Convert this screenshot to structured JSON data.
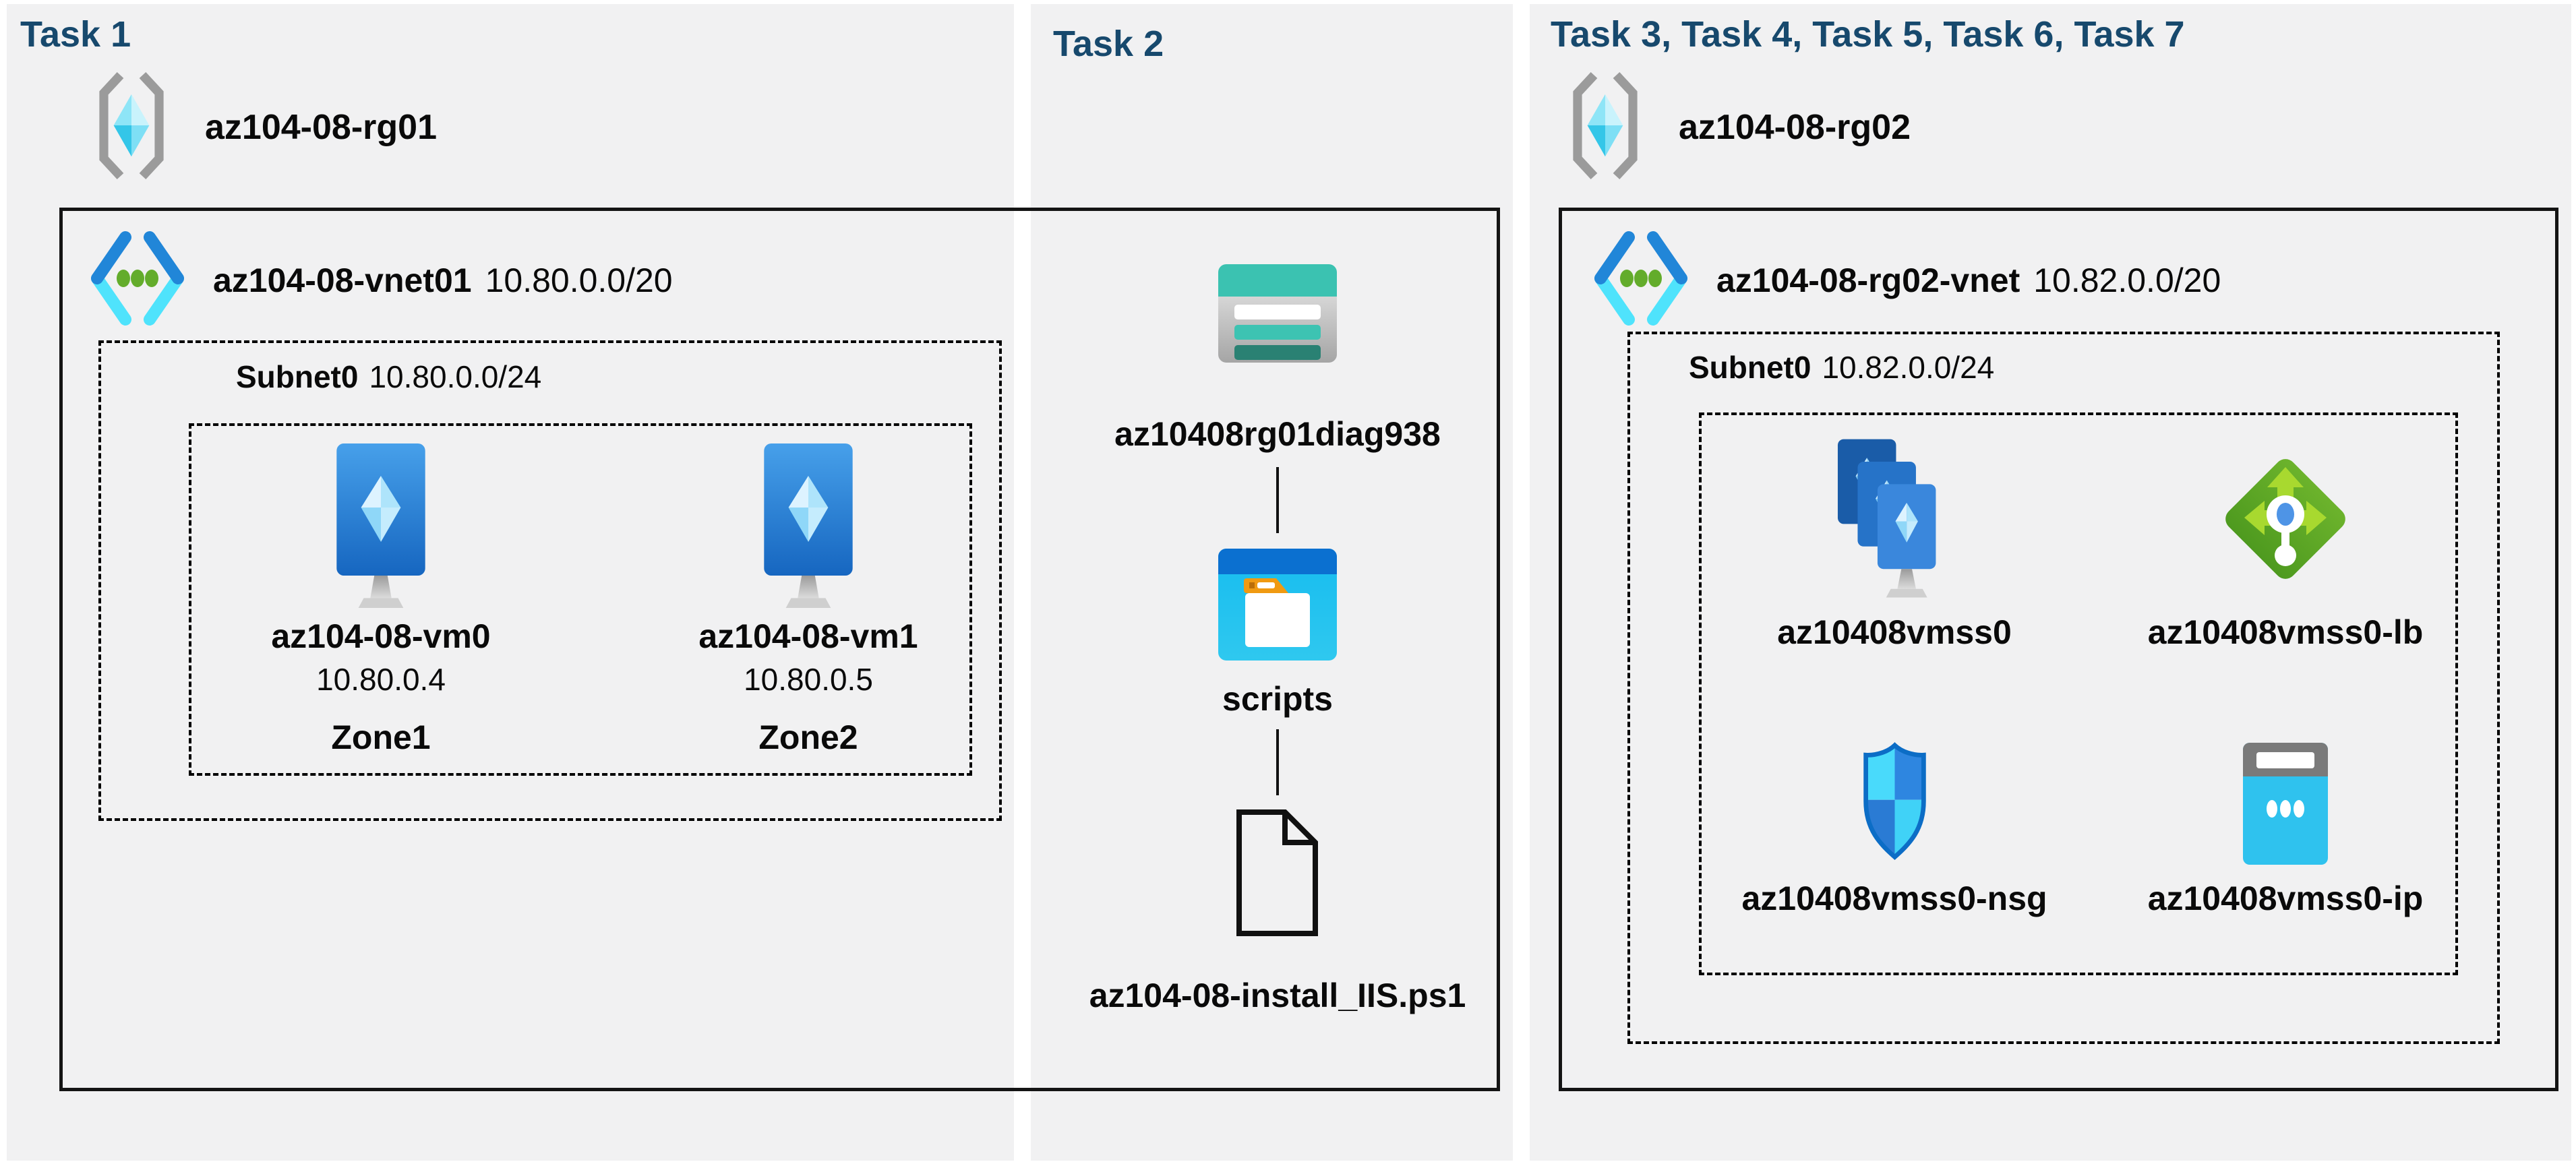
{
  "page": {
    "background": "#ffffff",
    "panel_color": "#f1f1f2",
    "title_color": "#17496d",
    "text_color": "#0a0a0a",
    "border_color": "#141414"
  },
  "task1": {
    "title": "Task 1",
    "rg": "az104-08-rg01",
    "vnet_name": "az104-08-vnet01",
    "vnet_cidr": "10.80.0.0/20",
    "subnet_name": "Subnet0",
    "subnet_cidr": "10.80.0.0/24",
    "vms": [
      {
        "name": "az104-08-vm0",
        "ip": "10.80.0.4",
        "zone": "Zone1"
      },
      {
        "name": "az104-08-vm1",
        "ip": "10.80.0.5",
        "zone": "Zone2"
      }
    ]
  },
  "task2": {
    "title": "Task 2",
    "storage_account": "az10408rg01diag938",
    "container": "scripts",
    "file": "az104-08-install_IIS.ps1"
  },
  "task3": {
    "title": "Task 3, Task 4, Task 5, Task 6, Task 7",
    "rg": "az104-08-rg02",
    "vnet_name": "az104-08-rg02-vnet",
    "vnet_cidr": "10.82.0.0/20",
    "subnet_name": "Subnet0",
    "subnet_cidr": "10.82.0.0/24",
    "resources": [
      {
        "name": "az10408vmss0",
        "type": "vm-scale-set"
      },
      {
        "name": "az10408vmss0-lb",
        "type": "load-balancer"
      },
      {
        "name": "az10408vmss0-nsg",
        "type": "network-security-group"
      },
      {
        "name": "az10408vmss0-ip",
        "type": "public-ip-address"
      }
    ]
  },
  "icons": {
    "resource-group-icon": {
      "brackets": "#9b9b9b",
      "cube": [
        "#8ee5f7",
        "#c9f3fc",
        "#34c6e8",
        "#7edff5"
      ]
    },
    "virtual-network-icon": {
      "chevron_top": "#2186d8",
      "chevron_bottom": "#4fe3fc",
      "dots": "#63ac2b"
    },
    "vm-icon": {
      "screen": [
        "#47a0ea",
        "#1666c0"
      ],
      "stand": "#b5b5b5"
    },
    "storage-account-icon": {
      "band": "#3bc2b1",
      "bars": [
        "#ffffff",
        "#3dc3b2",
        "#2a8173"
      ]
    },
    "folder-icon": {
      "header": "#0b70d0",
      "body": "#1cc0f1",
      "tab": "#f09a12"
    },
    "file-icon": {
      "stroke": "#111111"
    },
    "vmss-icon": {
      "screens": [
        "#1a5ca8",
        "#2673c8",
        "#3a87dc"
      ]
    },
    "load-balancer-icon": {
      "diamond": "#5fa726",
      "arrows": "#a8d92f",
      "dot": "#4e94e6"
    },
    "nsg-icon": {
      "quadrants": [
        "#49dafb",
        "#2e86e0",
        "#2a7bd4",
        "#40d2f7"
      ],
      "outline": "#0c6dc6"
    },
    "public-ip-icon": {
      "header": "#7a7a7a",
      "body": "#2fc2ee"
    }
  }
}
